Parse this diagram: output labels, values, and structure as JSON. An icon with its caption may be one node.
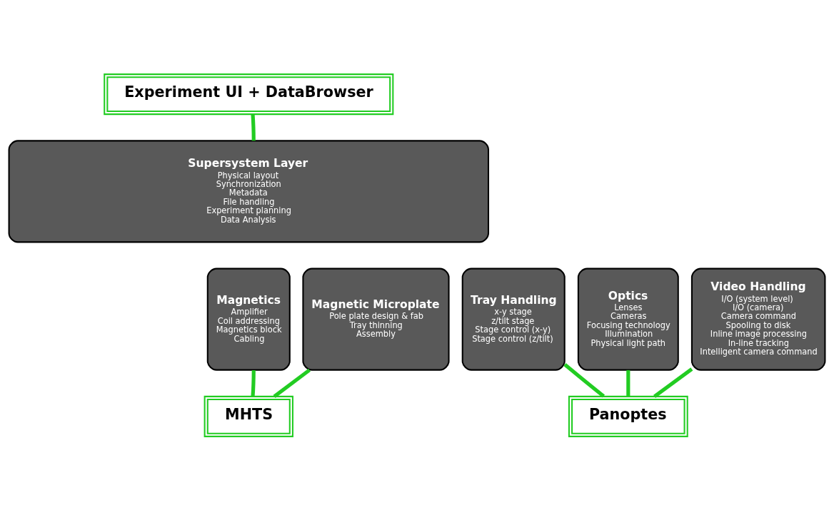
{
  "diagram": {
    "nodes": [
      {
        "text": [
          "Experiment UI + DataBrowser"
        ]
      },
      {
        "text": [
          "Supersystem Layer",
          "Physical layout",
          "Synchronization",
          "Metadata",
          "File handling",
          "Experiment planning",
          "Data Analysis"
        ]
      },
      {
        "text": [
          "Magnetics",
          "Amplifier",
          "Coil addressing",
          "Magnetics block",
          "Cabling"
        ]
      },
      {
        "text": [
          "Magnetic Microplate",
          "Pole plate design & fab",
          "Tray thinning",
          "Assembly"
        ]
      },
      {
        "text": [
          "Tray Handling",
          "x-y stage",
          "z/tilt stage",
          "Stage control (x-y)",
          "Stage control (z/tilt)"
        ]
      },
      {
        "text": [
          "Optics",
          "Lenses",
          "Cameras",
          "Focusing technology",
          "Illumination",
          "Physical light path"
        ]
      },
      {
        "text": [
          "Video Handling",
          "I/O (system level)",
          "I/O (camera)",
          "Camera command",
          "Spooling to disk",
          "Inline image processing",
          "In-line tracking",
          "Intelligent camera command"
        ]
      },
      {
        "text": [
          "MHTS"
        ]
      },
      {
        "text": [
          "Panoptes"
        ]
      }
    ],
    "edges": [
      {
        "from": 0,
        "to": 1,
        "arrow": "none"
      },
      {
        "from": 7,
        "to": 2,
        "arrow": "none"
      },
      {
        "from": 7,
        "to": 3,
        "arrow": "none"
      },
      {
        "from": 8,
        "to": 4,
        "arrow": "none"
      },
      {
        "from": 8,
        "to": 5,
        "arrow": "none"
      },
      {
        "from": 8,
        "to": 6,
        "arrow": "none"
      }
    ]
  }
}
